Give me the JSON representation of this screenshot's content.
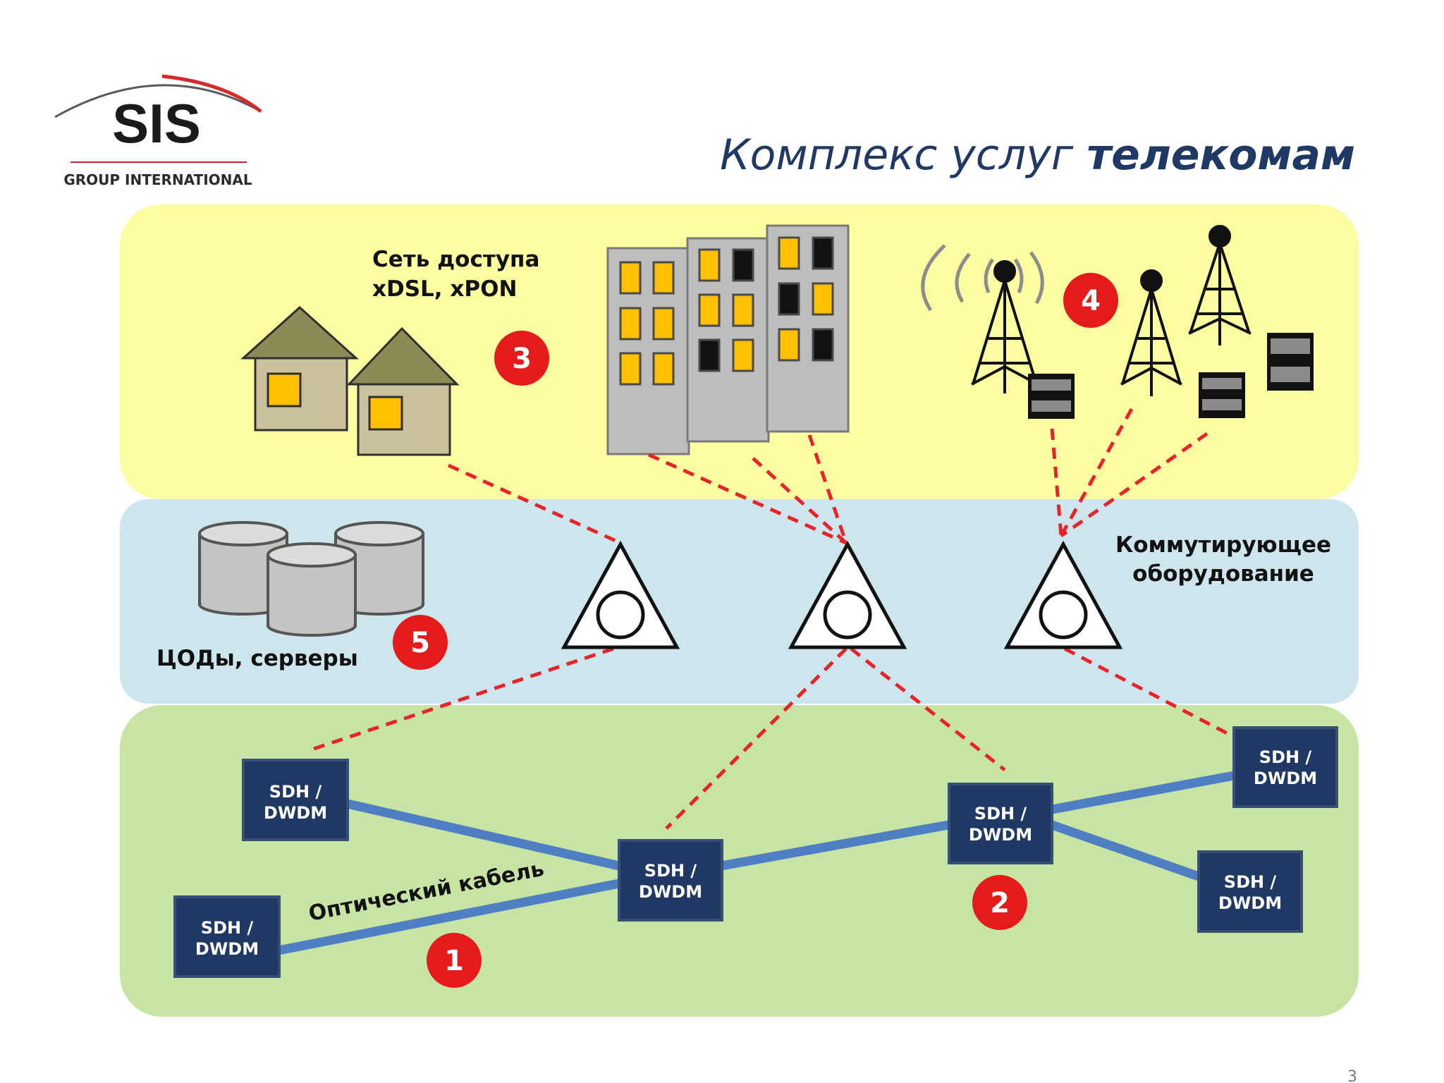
{
  "logo": {
    "name": "SIS",
    "subtitle": "GROUP INTERNATIONAL"
  },
  "title": {
    "normal": "Комплекс услуг ",
    "bold": "телекомам"
  },
  "labels": {
    "access": {
      "line1": "Сеть доступа",
      "line2": "xDSL, xPON"
    },
    "switching": {
      "line1": "Коммутирующее",
      "line2": "оборудование"
    },
    "datacenters": "ЦОДы, серверы",
    "cable": "Оптический кабель"
  },
  "badges": [
    "1",
    "2",
    "3",
    "4",
    "5"
  ],
  "nodes": [
    {
      "line1": "SDH /",
      "line2": "DWDM"
    },
    {
      "line1": "SDH /",
      "line2": "DWDM"
    },
    {
      "line1": "SDH /",
      "line2": "DWDM"
    },
    {
      "line1": "SDH /",
      "line2": "DWDM"
    },
    {
      "line1": "SDH /",
      "line2": "DWDM"
    },
    {
      "line1": "SDH /",
      "line2": "DWDM"
    }
  ],
  "page_number": "3",
  "colors": {
    "title": "#1f3864",
    "band_access": "#fcfca0",
    "band_switch": "#cde6ee",
    "band_transport": "#c8e4a4",
    "node": "#1f3864",
    "fiber": "#4f7fc2",
    "link": "#e8232a",
    "badge": "#e51a1a",
    "window": "#ffc000",
    "house": "#c9c29a",
    "roof": "#8b8b57",
    "building": "#bdbdbd"
  }
}
